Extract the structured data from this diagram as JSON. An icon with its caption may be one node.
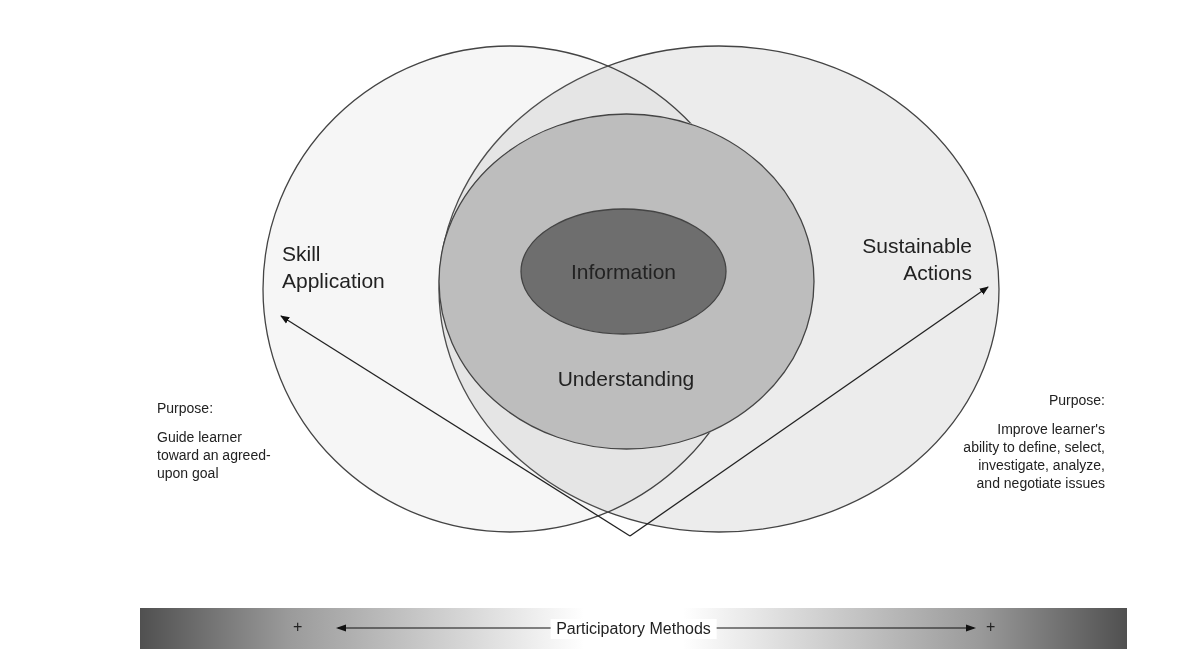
{
  "diagram": {
    "nodes": [
      {
        "text": [
          "Skill Application"
        ]
      },
      {
        "text": [
          "Sustainable Actions"
        ]
      },
      {
        "text": [
          "Understanding"
        ],
        "in": 1
      },
      {
        "text": [
          "Information"
        ],
        "in": 2
      },
      {
        "text": [
          "Participatory Methods"
        ]
      }
    ],
    "edges": [
      {
        "from": null,
        "to": 0,
        "arrow": "to"
      },
      {
        "from": null,
        "to": 1,
        "arrow": "to"
      }
    ],
    "labels": [
      "Purpose:",
      "Guide learner toward an agreed-upon goal",
      "Purpose:",
      "Improve learner's ability to define, select, investigate, analyze, and negotiate issues",
      "+",
      "+"
    ]
  }
}
